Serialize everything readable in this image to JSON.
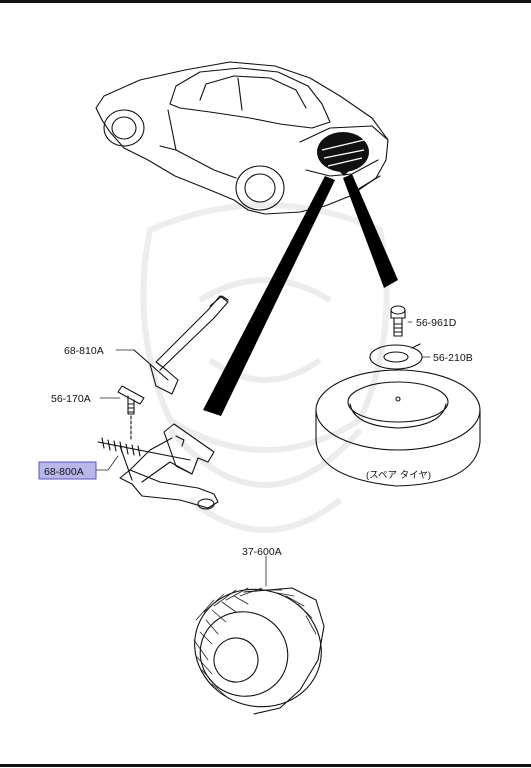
{
  "diagram": {
    "callouts": [
      {
        "id": "68-810A",
        "text": "68-810A",
        "selected": false
      },
      {
        "id": "56-170A",
        "text": "56-170A",
        "selected": false
      },
      {
        "id": "68-800A",
        "text": "68-800A",
        "selected": true
      },
      {
        "id": "56-961D",
        "text": "56-961D",
        "selected": false
      },
      {
        "id": "56-210B",
        "text": "56-210B",
        "selected": false
      },
      {
        "id": "37-600A",
        "text": "37-600A",
        "selected": false
      }
    ],
    "spare_tire_note": "(スペア タイヤ)"
  },
  "colors": {
    "selected_fill": "#b9b6ea",
    "selected_stroke": "#5a55b8",
    "rule": "#111111"
  },
  "icons": {
    "car": "convertible-car-outline",
    "jack": "scissor-jack",
    "handle": "jack-handle-rod",
    "spare": "spare-tire",
    "wheel": "road-wheel-tire"
  }
}
